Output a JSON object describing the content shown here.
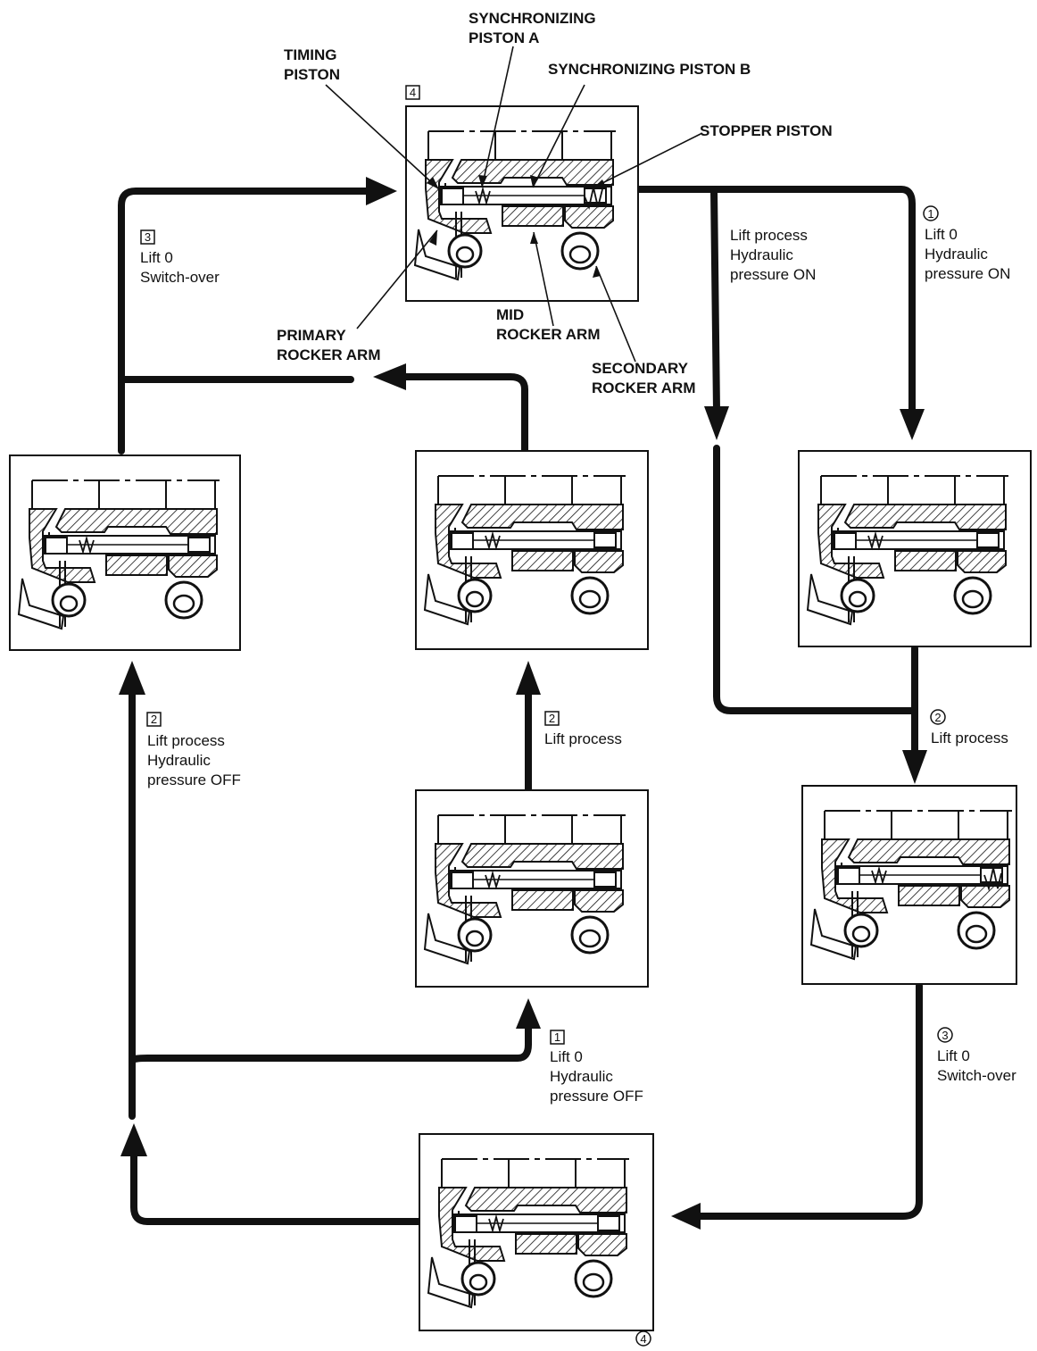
{
  "part_labels": {
    "sync_a_1": "SYNCHRONIZING",
    "sync_a_2": "PISTON A",
    "timing_1": "TIMING",
    "timing_2": "PISTON",
    "sync_b": "SYNCHRONIZING PISTON B",
    "stopper": "STOPPER PISTON",
    "primary_1": "PRIMARY",
    "primary_2": "ROCKER ARM",
    "mid_1": "MID",
    "mid_2": "ROCKER ARM",
    "secondary_1": "SECONDARY",
    "secondary_2": "ROCKER ARM"
  },
  "steps": {
    "sq4_top": {
      "marker": "4"
    },
    "sq3": {
      "marker": "3",
      "line1": "Lift 0",
      "line2": "Switch-over"
    },
    "circ1": {
      "marker": "1",
      "line1": "Lift 0",
      "line2": "Hydraulic",
      "line3": "pressure ON"
    },
    "mid_label": {
      "line1": "Lift process",
      "line2": "Hydraulic",
      "line3": "pressure ON"
    },
    "sq2_left": {
      "marker": "2",
      "line1": "Lift process",
      "line2": "Hydraulic",
      "line3": "pressure OFF"
    },
    "sq2_center": {
      "marker": "2",
      "line1": "Lift process"
    },
    "circ2": {
      "marker": "2",
      "line1": "Lift process"
    },
    "sq1": {
      "marker": "1",
      "line1": "Lift 0",
      "line2": "Hydraulic",
      "line3": "pressure OFF"
    },
    "circ3": {
      "marker": "3",
      "line1": "Lift 0",
      "line2": "Switch-over"
    },
    "circ4": {
      "marker": "4"
    }
  },
  "panels": [
    {
      "id": "top",
      "state": "synchronized"
    },
    {
      "id": "left",
      "state": "primary-free"
    },
    {
      "id": "center",
      "state": "primary-free"
    },
    {
      "id": "right",
      "state": "mid-primary-locked"
    },
    {
      "id": "center-low",
      "state": "free"
    },
    {
      "id": "right-low",
      "state": "all-locked"
    },
    {
      "id": "bottom",
      "state": "free"
    }
  ],
  "colors": {
    "ink": "#111111",
    "paper": "#ffffff"
  }
}
